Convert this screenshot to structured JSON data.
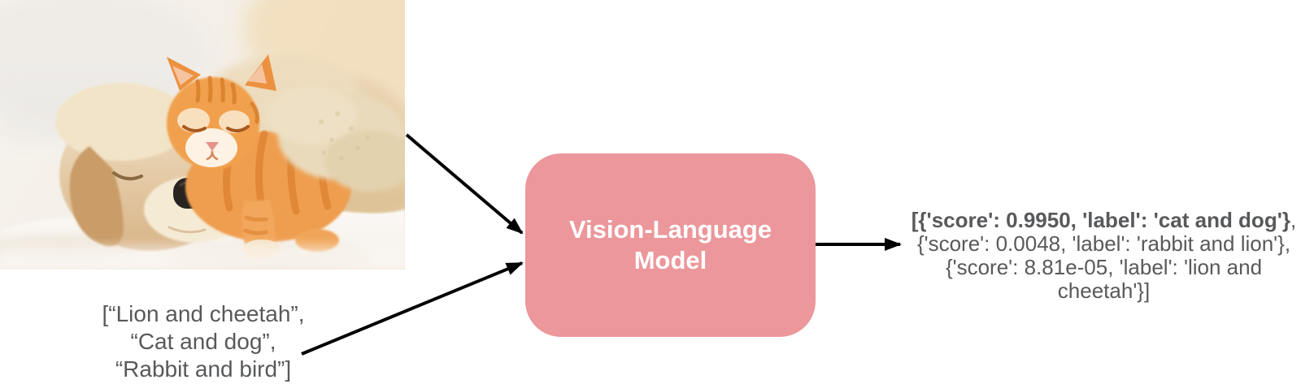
{
  "input_image": {
    "description": "Photo of a sleeping cream-colored puppy with an orange tabby kitten resting on its head, lying on a white fluffy blanket"
  },
  "input_text": {
    "lines": [
      "[“Lion and cheetah”,",
      "“Cat and dog”,",
      "“Rabbit and bird”]"
    ]
  },
  "model_box": {
    "label_line1": "Vision-Language",
    "label_line2": "Model",
    "background_color": "#EC979B",
    "text_color": "#FFFFFF"
  },
  "output_text": {
    "line1_bold": "[{'score': 0.9950, 'label': 'cat and dog'}",
    "line1_suffix": ",",
    "line2": "{'score': 0.0048, 'label': 'rabbit and lion'},",
    "line3": "{'score': 8.81e-05, 'label': 'lion and cheetah'}]"
  },
  "colors": {
    "arrow": "#000000",
    "muted_text": "#58595B"
  }
}
